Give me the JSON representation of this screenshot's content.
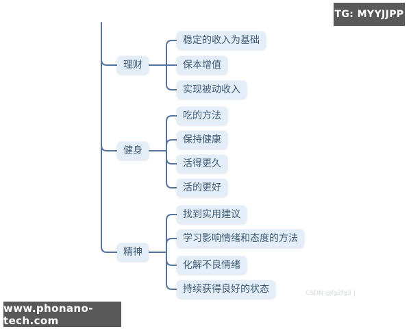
{
  "mindmap": {
    "branches": [
      {
        "label": "理财",
        "children": [
          "稳定的收入为基础",
          "保本增值",
          "实现被动收入"
        ]
      },
      {
        "label": "健身",
        "children": [
          "吃的方法",
          "保持健康",
          "活得更久",
          "活的更好"
        ]
      },
      {
        "label": "精神",
        "children": [
          "找到实用建议",
          "学习影响情绪和态度的方法",
          "化解不良情绪",
          "持续获得良好的状态"
        ]
      }
    ]
  },
  "watermarks": {
    "top_right_badge": "TG: MYYJJPP",
    "bottom_left_badge": "www.phonano-tech.com",
    "csdn_watermark": "CSDN @fg2fg3"
  },
  "colors": {
    "node_fill": "#e4eef8",
    "node_text": "#3f5a75",
    "connector_line": "#53739f",
    "badge_background": "#595959",
    "badge_text": "#ffffff",
    "csdn_text": "#d4d8dc",
    "background": "#ffffff"
  }
}
